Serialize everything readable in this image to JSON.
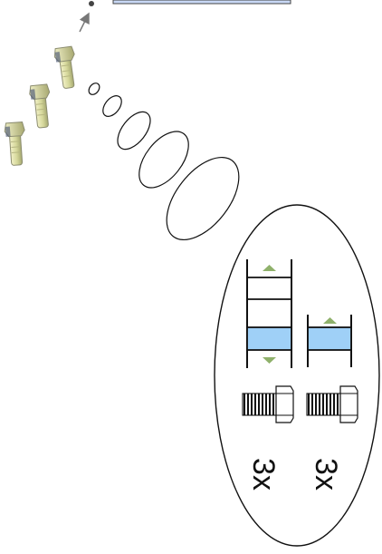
{
  "scene": {
    "background": "#ffffff",
    "outline_color": "#111111",
    "highlight_fill": "#9fd0f7",
    "arrow_color": "#8fb16b",
    "bolt_color": "#d5d79a",
    "bolt_shadow": "#8c8d70",
    "bolt_accent": "#4b5775",
    "thought_bubbles": 5
  },
  "legend": {
    "left_quantity": "3x",
    "right_quantity": "3x"
  },
  "icons": {
    "trail": "bolt-icon",
    "pointer": "pointer-icon",
    "left_stack": "fastener-stack-icon",
    "right_stack": "fastener-stack-icon",
    "arrows": "triangle-arrow-icon",
    "screws": "screw-icon"
  }
}
